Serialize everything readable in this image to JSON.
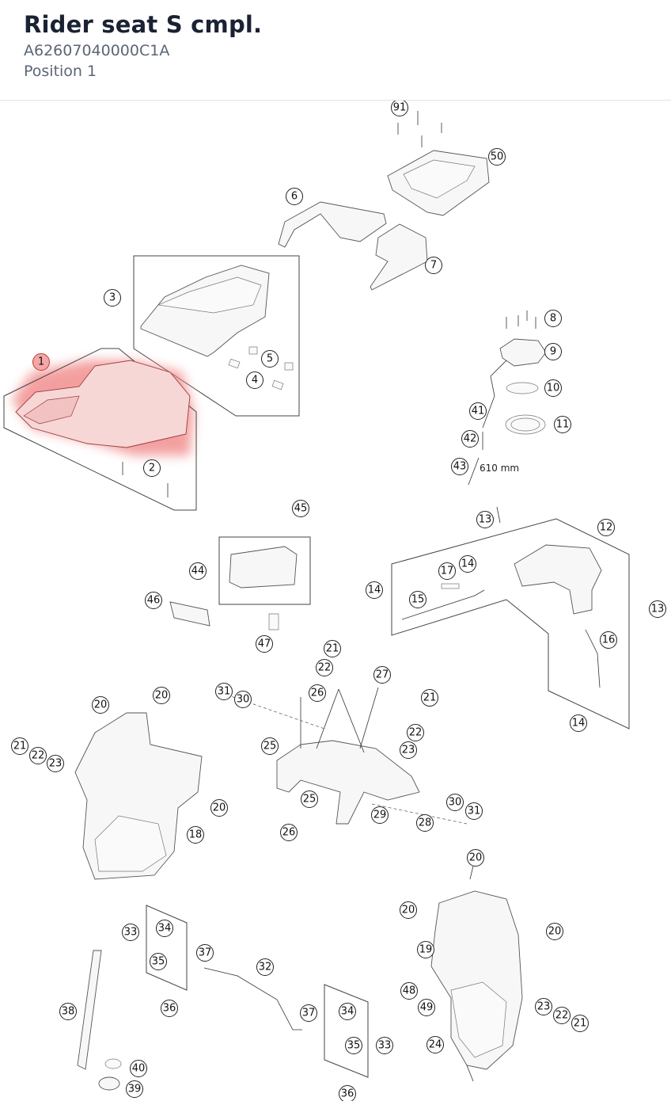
{
  "header": {
    "title": "Rider seat S cmpl.",
    "part_number": "A62607040000C1A",
    "position": "Position 1"
  },
  "diagram": {
    "selected_label": "1",
    "highlight_color": "#f08080",
    "dimension_label": "610 mm",
    "callouts": [
      "91",
      "50",
      "6",
      "7",
      "3",
      "5",
      "4",
      "1",
      "2",
      "8",
      "9",
      "10",
      "41",
      "11",
      "42",
      "43",
      "45",
      "13",
      "12",
      "44",
      "17",
      "14",
      "14",
      "46",
      "15",
      "13",
      "16",
      "47",
      "14",
      "21",
      "22",
      "27",
      "31",
      "30",
      "26",
      "21",
      "20",
      "20",
      "22",
      "25",
      "23",
      "21",
      "22",
      "23",
      "20",
      "25",
      "30",
      "31",
      "18",
      "29",
      "28",
      "26",
      "20",
      "20",
      "19",
      "20",
      "33",
      "34",
      "37",
      "32",
      "35",
      "36",
      "48",
      "49",
      "38",
      "37",
      "34",
      "23",
      "22",
      "21",
      "35",
      "33",
      "24",
      "40",
      "39",
      "36"
    ]
  }
}
